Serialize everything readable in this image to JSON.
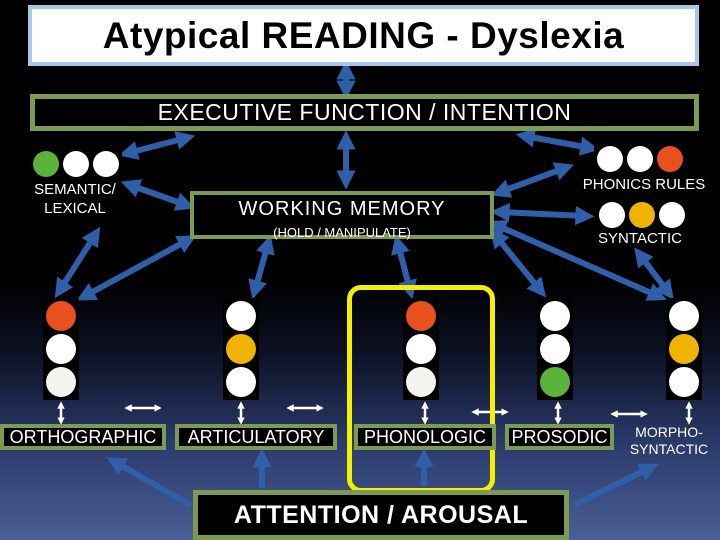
{
  "title": "Atypical READING - Dyslexia",
  "executive": "EXECUTIVE FUNCTION  /  INTENTION",
  "working_memory": {
    "label": "WORKING  MEMORY",
    "sub": "(HOLD / MANIPULATE)"
  },
  "semantic": {
    "label": "SEMANTIC/ LEXICAL",
    "lights": [
      "green",
      "white",
      "white"
    ]
  },
  "phonics": {
    "label": "PHONICS RULES",
    "lights": [
      "white",
      "white",
      "red"
    ]
  },
  "syntactic": {
    "label": "SYNTACTIC",
    "lights": [
      "white",
      "yellow",
      "white"
    ]
  },
  "modules": [
    {
      "label": "ORTHOGRAPHIC",
      "lights": [
        "red",
        "white",
        "dim"
      ]
    },
    {
      "label": "ARTICULATORY",
      "lights": [
        "white",
        "yellow",
        "white"
      ]
    },
    {
      "label": "PHONOLOGIC",
      "lights": [
        "red",
        "white",
        "dim"
      ],
      "highlighted": true
    },
    {
      "label": "PROSODIC",
      "lights": [
        "white",
        "white",
        "green"
      ]
    },
    {
      "label": "MORPHO- SYNTACTIC",
      "lights": [
        "white",
        "yellow",
        "white"
      ]
    }
  ],
  "attention": "ATTENTION  /  AROUSAL",
  "colors": {
    "frame": "#7c9a52",
    "title_border": "#a8c6e8",
    "arrow": "#2f5fa8",
    "highlight": "#f5f000",
    "red": "#e8501e",
    "yellow": "#f0b400",
    "green": "#5ab43c",
    "white": "#ffffff",
    "dim": "#f4f4ee"
  }
}
